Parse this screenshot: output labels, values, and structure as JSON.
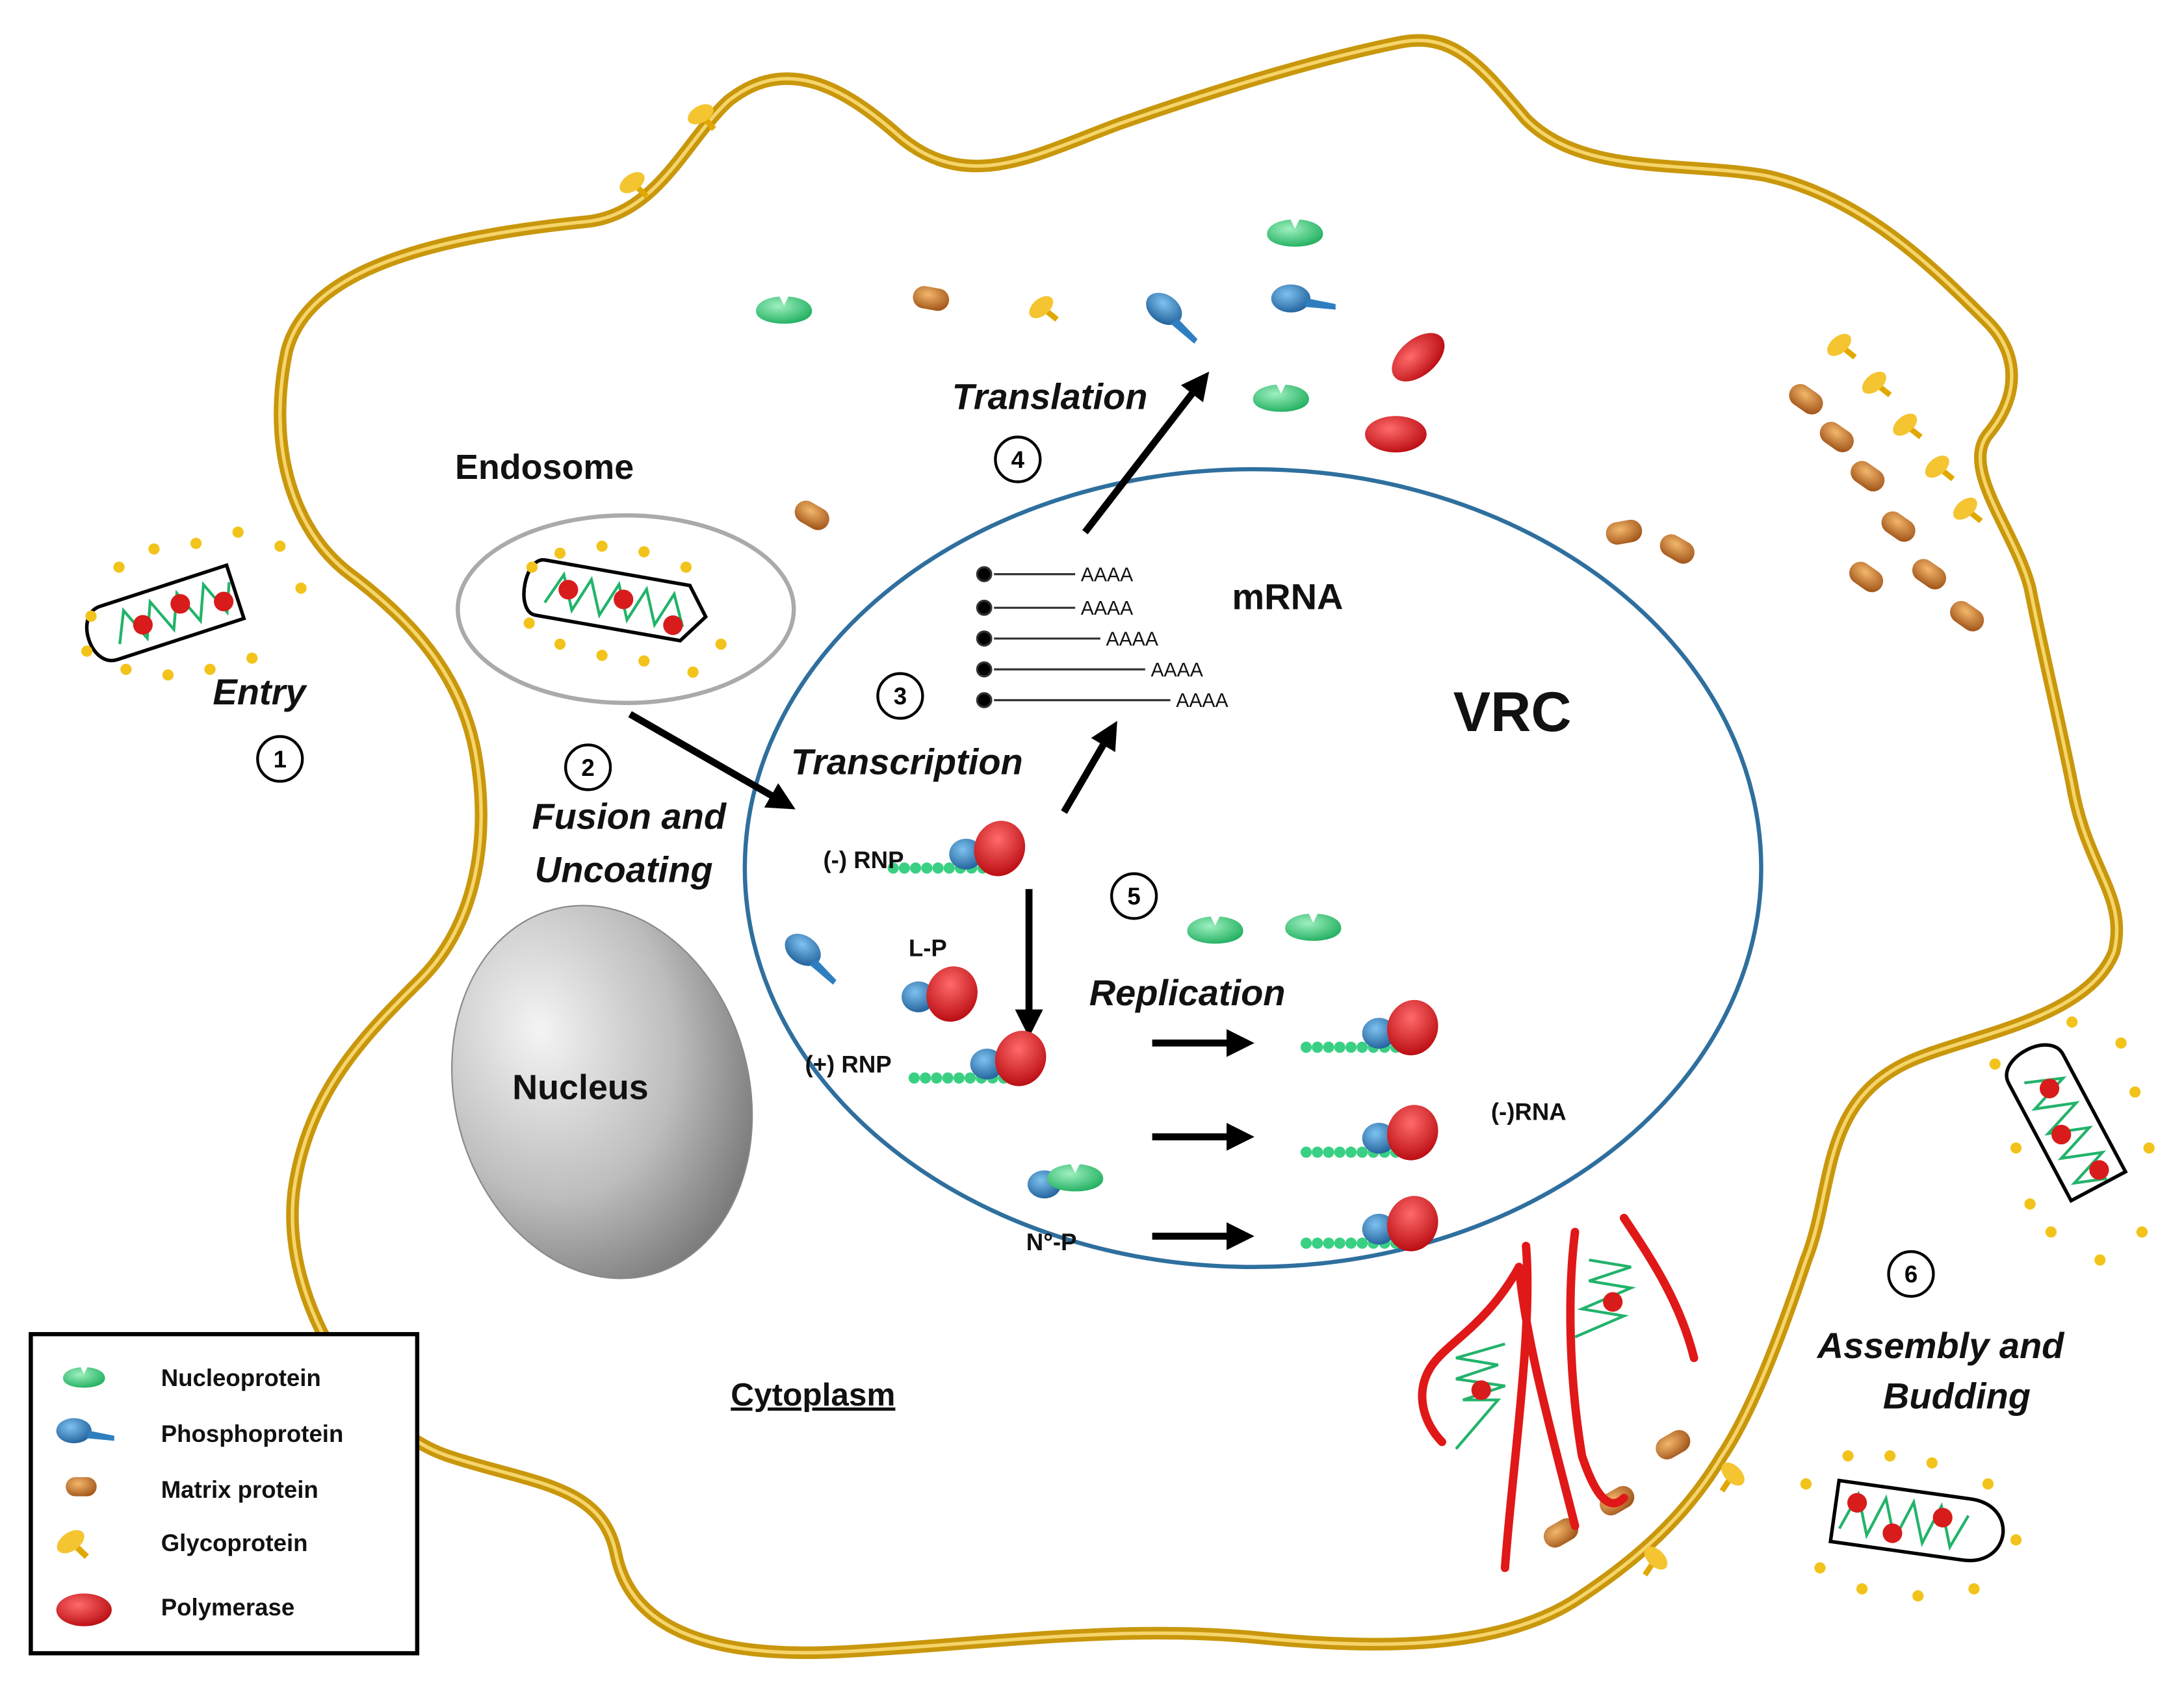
{
  "labels": {
    "endosome": "Endosome",
    "nucleus": "Nucleus",
    "cytoplasm": "Cytoplasm",
    "vrc": "VRC",
    "mrna": "mRNA",
    "entry": "Entry",
    "fusion_line1": "Fusion and",
    "fusion_line2": "Uncoating",
    "transcription": "Transcription",
    "translation": "Translation",
    "replication": "Replication",
    "assembly_line1": "Assembly and",
    "assembly_line2": "Budding",
    "minus_rnp": "(-) RNP",
    "plus_rnp": "(+) RNP",
    "lp": "L-P",
    "n0p": "N°-P",
    "minus_rna": "(-)RNA",
    "poly_a": "AAAA"
  },
  "steps": [
    "1",
    "2",
    "3",
    "4",
    "5",
    "6"
  ],
  "legend": [
    {
      "label": "Nucleoprotein",
      "icon": "nucleoprotein-icon"
    },
    {
      "label": "Phosphoprotein",
      "icon": "phosphoprotein-icon"
    },
    {
      "label": "Matrix protein",
      "icon": "matrix-protein-icon"
    },
    {
      "label": "Glycoprotein",
      "icon": "glycoprotein-icon"
    },
    {
      "label": "Polymerase",
      "icon": "polymerase-icon"
    }
  ],
  "colors": {
    "membrane": "#c9970c",
    "vrc_border": "#2e6f9e",
    "vrc_label": "#1d78c4",
    "endosome": "#aaaaaa",
    "nucleoprotein": "#35c777",
    "phosphoprotein": "#2f7fc0",
    "matrix": "#c8741c",
    "glycoprotein": "#f2c31a",
    "polymerase": "#e0141a",
    "rna": "#22b36b"
  }
}
